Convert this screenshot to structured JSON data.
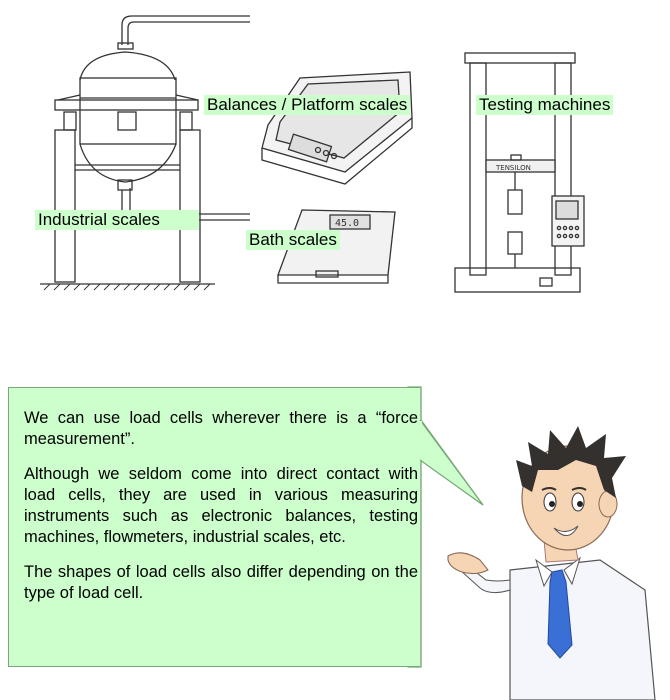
{
  "labels": {
    "balances": "Balances / Platform scales",
    "testing": "Testing machines",
    "industrial": "Industrial scales",
    "bath": "Bath scales"
  },
  "device_text": {
    "testing_brand": "TENSILON",
    "bath_display": "45.0"
  },
  "callout": {
    "paragraphs": [
      "We can use load cells wherever there is a “force measurement”.",
      "Although we seldom come into direct contact with load cells, they are used in various measuring instruments such as electronic balances, testing machines, flowmeters, industrial scales, etc.",
      "The shapes of load cells also differ depending on the type of load cell."
    ]
  },
  "colors": {
    "label_bg": "#ccffcc",
    "callout_bg": "#ccffcc",
    "callout_border": "#79a779",
    "tie": "#3a6fd6",
    "shirt": "#f4f6fb",
    "hair": "#33302e",
    "skin": "#f6d5b4"
  }
}
